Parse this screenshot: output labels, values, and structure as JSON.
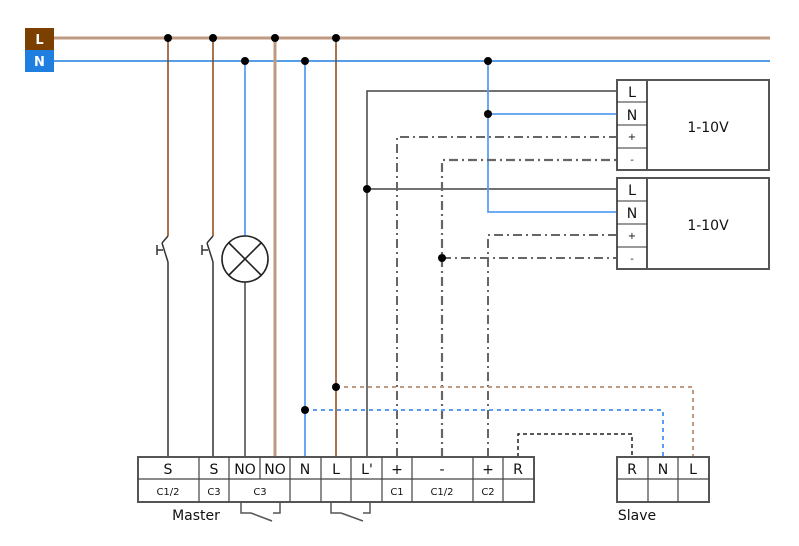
{
  "colors": {
    "live": "#7b3f00",
    "live_bus": "#c09a80",
    "live_wire": "#8b4513",
    "neutral": "#1f7fe0",
    "neutral_wire": "#5a9ef0",
    "control": "#444444",
    "signal": "#666666"
  },
  "bus": {
    "live_label": "L",
    "neutral_label": "N"
  },
  "drivers": [
    {
      "label": "1-10V",
      "terminals": [
        "L",
        "N",
        "+",
        "-"
      ]
    },
    {
      "label": "1-10V",
      "terminals": [
        "L",
        "N",
        "+",
        "-"
      ]
    }
  ],
  "master": {
    "caption": "Master",
    "top_row": [
      "S",
      "S",
      "NO",
      "NO",
      "N",
      "L",
      "L'",
      "+",
      "-",
      "+",
      "R"
    ],
    "bottom_row": [
      "C1/2",
      "C3",
      "C3",
      "",
      "",
      "",
      "C1",
      "C1/2",
      "C2",
      ""
    ]
  },
  "slave": {
    "caption": "Slave",
    "top_row": [
      "R",
      "N",
      "L"
    ],
    "bottom_row": [
      "",
      "",
      ""
    ]
  },
  "symbols": {
    "switch_1": "push-button-switch",
    "switch_2": "push-button-switch",
    "lamp": "lamp",
    "relay_1": "relay-contact",
    "relay_2": "relay-contact"
  }
}
